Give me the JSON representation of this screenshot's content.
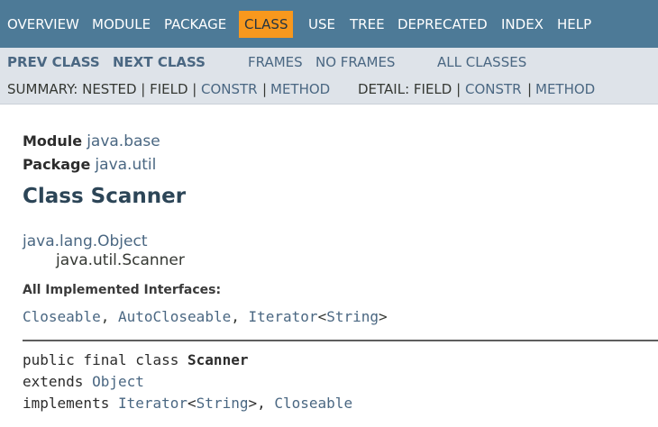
{
  "topnav": {
    "overview": "OVERVIEW",
    "module": "MODULE",
    "package": "PACKAGE",
    "class": "CLASS",
    "use": "USE",
    "tree": "TREE",
    "deprecated": "DEPRECATED",
    "index": "INDEX",
    "help": "HELP"
  },
  "subnav": {
    "prev_class": "PREV CLASS",
    "next_class": "NEXT CLASS",
    "frames": "FRAMES",
    "no_frames": "NO FRAMES",
    "all_classes": "ALL CLASSES",
    "summary_label": "SUMMARY: NESTED | FIELD |",
    "summary_constr": "CONSTR",
    "sep1": "|",
    "summary_method": "METHOD",
    "detail_label": "DETAIL: FIELD |",
    "detail_constr": "CONSTR",
    "sep2": "|",
    "detail_method": "METHOD"
  },
  "header": {
    "module_label": "Module",
    "module_value": "java.base",
    "package_label": "Package",
    "package_value": "java.util",
    "class_title": "Class Scanner",
    "inherit_parent": "java.lang.Object",
    "inherit_child": "java.util.Scanner",
    "interfaces_label": "All Implemented Interfaces:",
    "iface_closeable": "Closeable",
    "comma1": ",",
    "iface_autocloseable": "AutoCloseable",
    "comma2": ",",
    "iface_iterator": "Iterator",
    "lt": "<",
    "iface_string": "String",
    "gt": ">"
  },
  "signature": {
    "decl_prefix": "public final class ",
    "decl_name": "Scanner",
    "extends_kw": "extends ",
    "extends_type": "Object",
    "implements_kw": "implements ",
    "impl_iterator": "Iterator",
    "impl_lt": "<",
    "impl_string": "String",
    "impl_gt": ">",
    "impl_comma": ", ",
    "impl_closeable": "Closeable"
  }
}
